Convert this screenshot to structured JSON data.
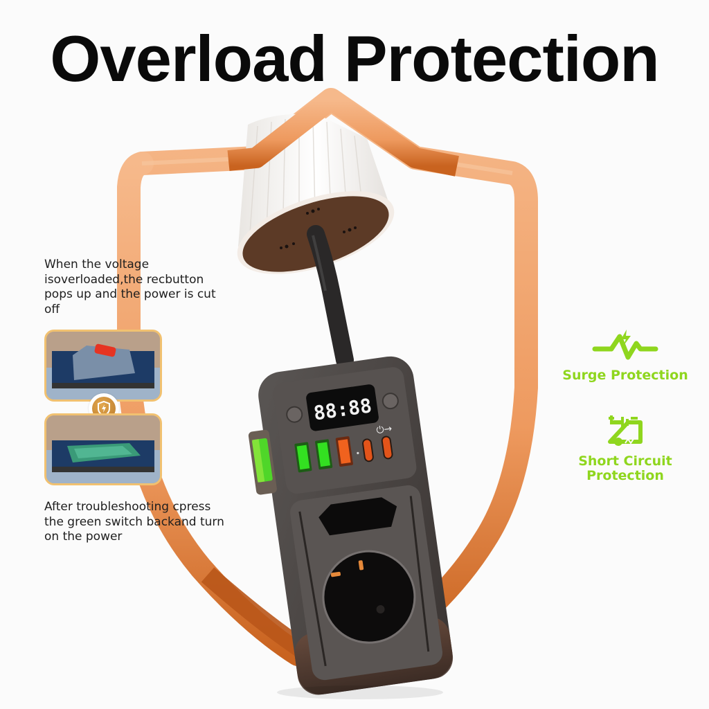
{
  "title": "Overload Protection",
  "left_notes": {
    "top": "When the voltage isoverloaded,the recbutton pops up and the power is cut off",
    "bottom": "After troubleshooting cpress the green switch backand turn on the power"
  },
  "photos": [
    {
      "label": "tripped-switch-photo",
      "state": "red button popped up"
    },
    {
      "label": "reset-switch-photo",
      "state": "green switch pressed"
    }
  ],
  "badge_icon": "shield-lightning-icon",
  "features": [
    {
      "icon": "surge-wave-icon",
      "label": "Surge Protection"
    },
    {
      "icon": "short-circuit-icon",
      "label": "Short Circuit Protection"
    }
  ],
  "device": {
    "display": "88:88",
    "usb_a_ports": [
      "green",
      "green",
      "orange"
    ],
    "usb_c_ports": 2,
    "indicator_symbols": "⏻→"
  },
  "colors": {
    "accent_green": "#8fd61e",
    "shield_orange": "#f0a06a",
    "photo_border": "#f1c170",
    "device_body": "#4a4644"
  }
}
